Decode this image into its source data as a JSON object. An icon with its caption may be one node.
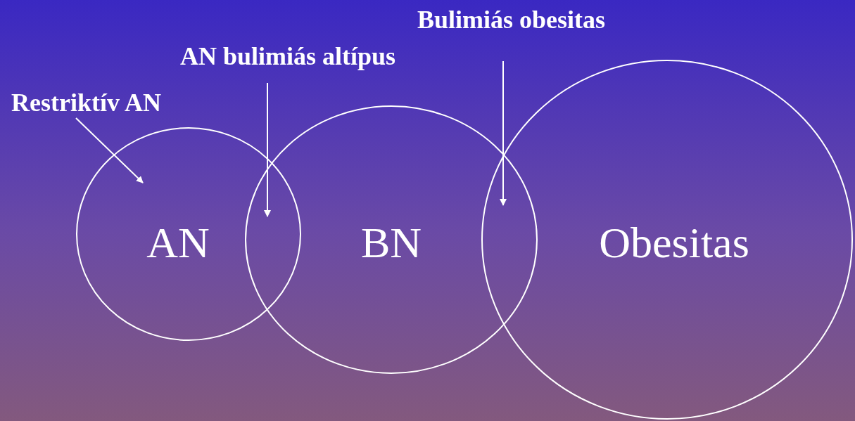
{
  "diagram": {
    "nodes": [
      {
        "text": [
          "Bulimiás obesitas"
        ]
      },
      {
        "text": [
          "AN bulimiás altípus"
        ]
      },
      {
        "text": [
          "Restriktív AN"
        ]
      },
      {
        "text": [
          "AN"
        ]
      },
      {
        "text": [
          "BN"
        ]
      },
      {
        "text": [
          "Obesitas"
        ]
      }
    ],
    "edges": [
      {
        "from": 2,
        "to": 3,
        "arrow": "to"
      },
      {
        "from": 1,
        "to": 3,
        "arrow": "to"
      },
      {
        "from": 0,
        "to": 4,
        "arrow": "to"
      }
    ]
  }
}
